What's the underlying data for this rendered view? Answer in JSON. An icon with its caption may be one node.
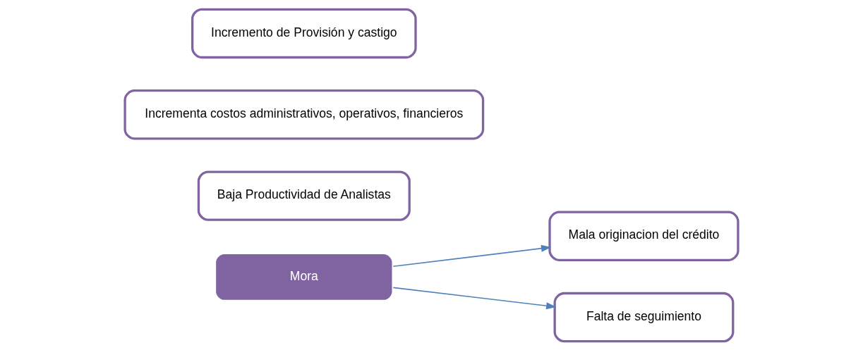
{
  "diagram": {
    "nodes": [
      {
        "text": [
          "Mora"
        ]
      },
      {
        "text": [
          "Mala originacion del crédito"
        ]
      },
      {
        "text": [
          "Falta de seguimiento"
        ]
      },
      {
        "text": [
          "Baja Productividad de Analistas"
        ]
      },
      {
        "text": [
          "Incrementa costos administrativos, operativos, financieros"
        ]
      },
      {
        "text": [
          "Incremento de Provisión y castigo"
        ]
      }
    ],
    "edges": [
      {
        "from": 0,
        "to": 1,
        "arrow": "to"
      },
      {
        "from": 0,
        "to": 2,
        "arrow": "to"
      }
    ]
  }
}
